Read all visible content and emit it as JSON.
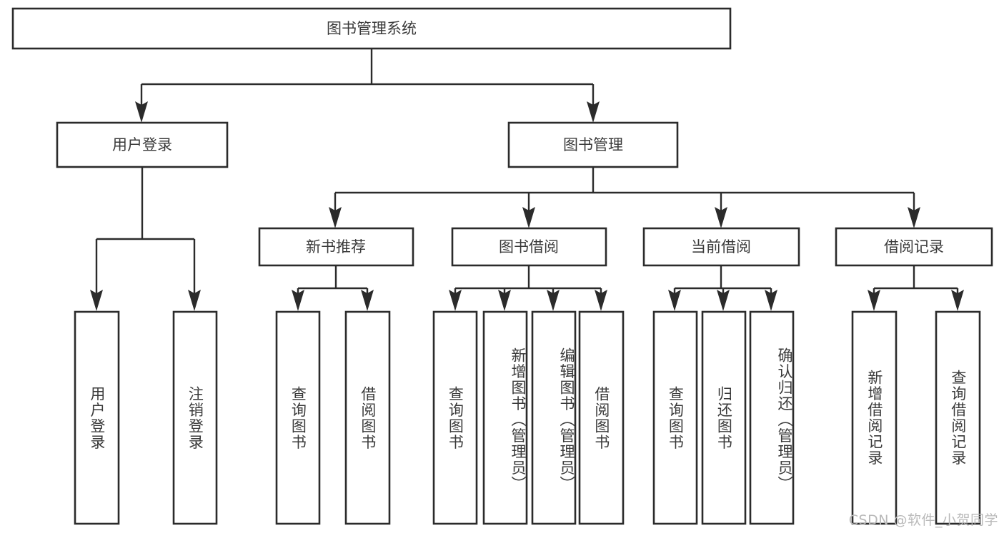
{
  "diagram": {
    "type": "tree-hierarchy-diagram",
    "title": "图书管理系统",
    "orientation": "top-down",
    "watermark": "CSDN @软件_小贺同学",
    "colors": {
      "box_fill": "#ffffff",
      "box_stroke": "#2b2b2b",
      "text": "#3a3a3a",
      "background": "#ffffff",
      "watermark": "#b9b9b9"
    },
    "levels": [
      {
        "level": 1,
        "nodes": [
          {
            "id": "root",
            "label": "图书管理系统",
            "orientation": "horizontal"
          }
        ]
      },
      {
        "level": 2,
        "nodes": [
          {
            "id": "login",
            "label": "用户登录",
            "parent": "root",
            "orientation": "horizontal"
          },
          {
            "id": "bookmgmt",
            "label": "图书管理",
            "parent": "root",
            "orientation": "horizontal"
          }
        ]
      },
      {
        "level": 3,
        "nodes": [
          {
            "id": "newbook",
            "label": "新书推荐",
            "parent": "bookmgmt",
            "orientation": "horizontal"
          },
          {
            "id": "borrow",
            "label": "图书借阅",
            "parent": "bookmgmt",
            "orientation": "horizontal"
          },
          {
            "id": "current",
            "label": "当前借阅",
            "parent": "bookmgmt",
            "orientation": "horizontal"
          },
          {
            "id": "record",
            "label": "借阅记录",
            "parent": "bookmgmt",
            "orientation": "horizontal"
          }
        ]
      },
      {
        "level": 4,
        "nodes": [
          {
            "id": "leaf-user-login",
            "label": "用户登录",
            "parent": "login",
            "orientation": "vertical"
          },
          {
            "id": "leaf-user-logout",
            "label": "注销登录",
            "parent": "login",
            "orientation": "vertical"
          },
          {
            "id": "leaf-newbook-query",
            "label": "查询图书",
            "parent": "newbook",
            "orientation": "vertical"
          },
          {
            "id": "leaf-newbook-borrow",
            "label": "借阅图书",
            "parent": "newbook",
            "orientation": "vertical"
          },
          {
            "id": "leaf-borrow-query",
            "label": "查询图书",
            "parent": "borrow",
            "orientation": "vertical"
          },
          {
            "id": "leaf-borrow-add",
            "label": "新增图书（管理员）",
            "parent": "borrow",
            "orientation": "vertical"
          },
          {
            "id": "leaf-borrow-edit",
            "label": "编辑图书（管理员）",
            "parent": "borrow",
            "orientation": "vertical"
          },
          {
            "id": "leaf-borrow-lend",
            "label": "借阅图书",
            "parent": "borrow",
            "orientation": "vertical"
          },
          {
            "id": "leaf-current-query",
            "label": "查询图书",
            "parent": "current",
            "orientation": "vertical"
          },
          {
            "id": "leaf-current-return",
            "label": "归还图书",
            "parent": "current",
            "orientation": "vertical"
          },
          {
            "id": "leaf-current-confirm",
            "label": "确认归还（管理员）",
            "parent": "current",
            "orientation": "vertical"
          },
          {
            "id": "leaf-record-add",
            "label": "新增借阅记录",
            "parent": "record",
            "orientation": "vertical"
          },
          {
            "id": "leaf-record-query",
            "label": "查询借阅记录",
            "parent": "record",
            "orientation": "vertical"
          }
        ]
      }
    ]
  }
}
